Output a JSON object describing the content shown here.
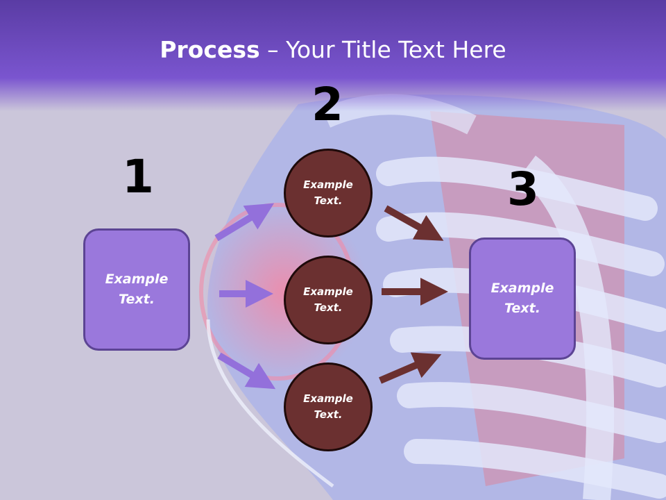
{
  "title": {
    "bold": "Process",
    "rest": " – Your Title Text Here"
  },
  "steps": {
    "one": {
      "number": "1",
      "text": "Example Text."
    },
    "two": {
      "number": "2"
    },
    "three": {
      "number": "3",
      "text": "Example Text."
    }
  },
  "circles": [
    {
      "text": "Example Text."
    },
    {
      "text": "Example Text."
    },
    {
      "text": "Example Text."
    }
  ],
  "colors": {
    "header": "#7a55cf",
    "box_fill": "#9a78dc",
    "circle_fill": "#6b3030",
    "arrow_in": "#9370db",
    "arrow_out": "#6b3030"
  }
}
